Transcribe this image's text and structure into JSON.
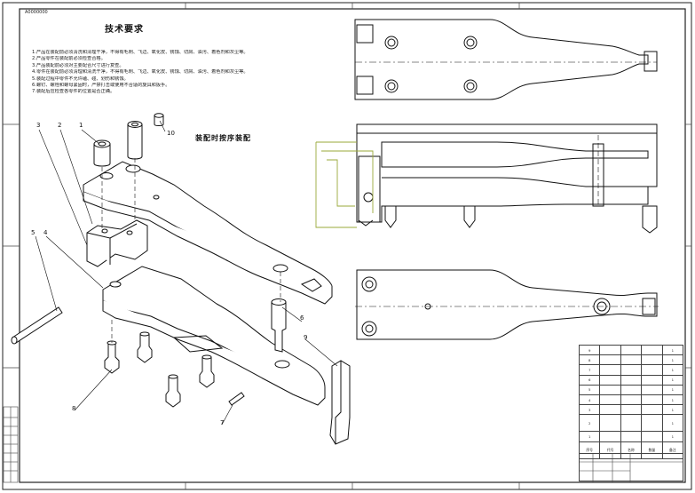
{
  "frame": {
    "id_label": "A0000000"
  },
  "technical_requirements": {
    "title": "技术要求",
    "notes": [
      "1.产品在装配前必须清洗和清理干净，不得有毛刺、飞边、氧化皮、锈蚀、切屑、油污、着色剂和灰尘等。",
      "2.产品零件在装配前必须检查合格。",
      "3.产品装配前必须对主要配合尺寸进行复查。",
      "4.零件在装配前必须清理和清洗干净，不得有毛刺、飞边、氧化皮、锈蚀、切屑、油污、着色剂和灰尘等。",
      "5.装配过程中零件不允许磕、碰、划伤和锈蚀。",
      "6.螺钉、螺栓和螺母紧固时，严禁打击或使用不合适的旋具和扳手。",
      "7.装配后应检查各零件的位置是否正确。"
    ]
  },
  "assembly_title": "装配时按序装配",
  "callouts": [
    "1",
    "2",
    "3",
    "4",
    "5",
    "6",
    "7",
    "8",
    "9",
    "10"
  ],
  "bom": {
    "rows": [
      [
        "9",
        "",
        "",
        "",
        "1"
      ],
      [
        "8",
        "",
        "",
        "",
        "1"
      ],
      [
        "7",
        "",
        "",
        "",
        "1"
      ],
      [
        "6",
        "",
        "",
        "",
        "1"
      ],
      [
        "5",
        "",
        "",
        "",
        "1"
      ],
      [
        "4",
        "",
        "",
        "",
        "1"
      ],
      [
        "3",
        "",
        "",
        "",
        "1"
      ],
      [
        "2",
        "",
        "",
        "",
        "1"
      ],
      [
        "1",
        "",
        "",
        "",
        "1"
      ]
    ],
    "header": [
      "序号",
      "代号",
      "名称",
      "数量",
      "备注"
    ]
  },
  "title_block": {
    "name": "",
    "row2": ""
  }
}
